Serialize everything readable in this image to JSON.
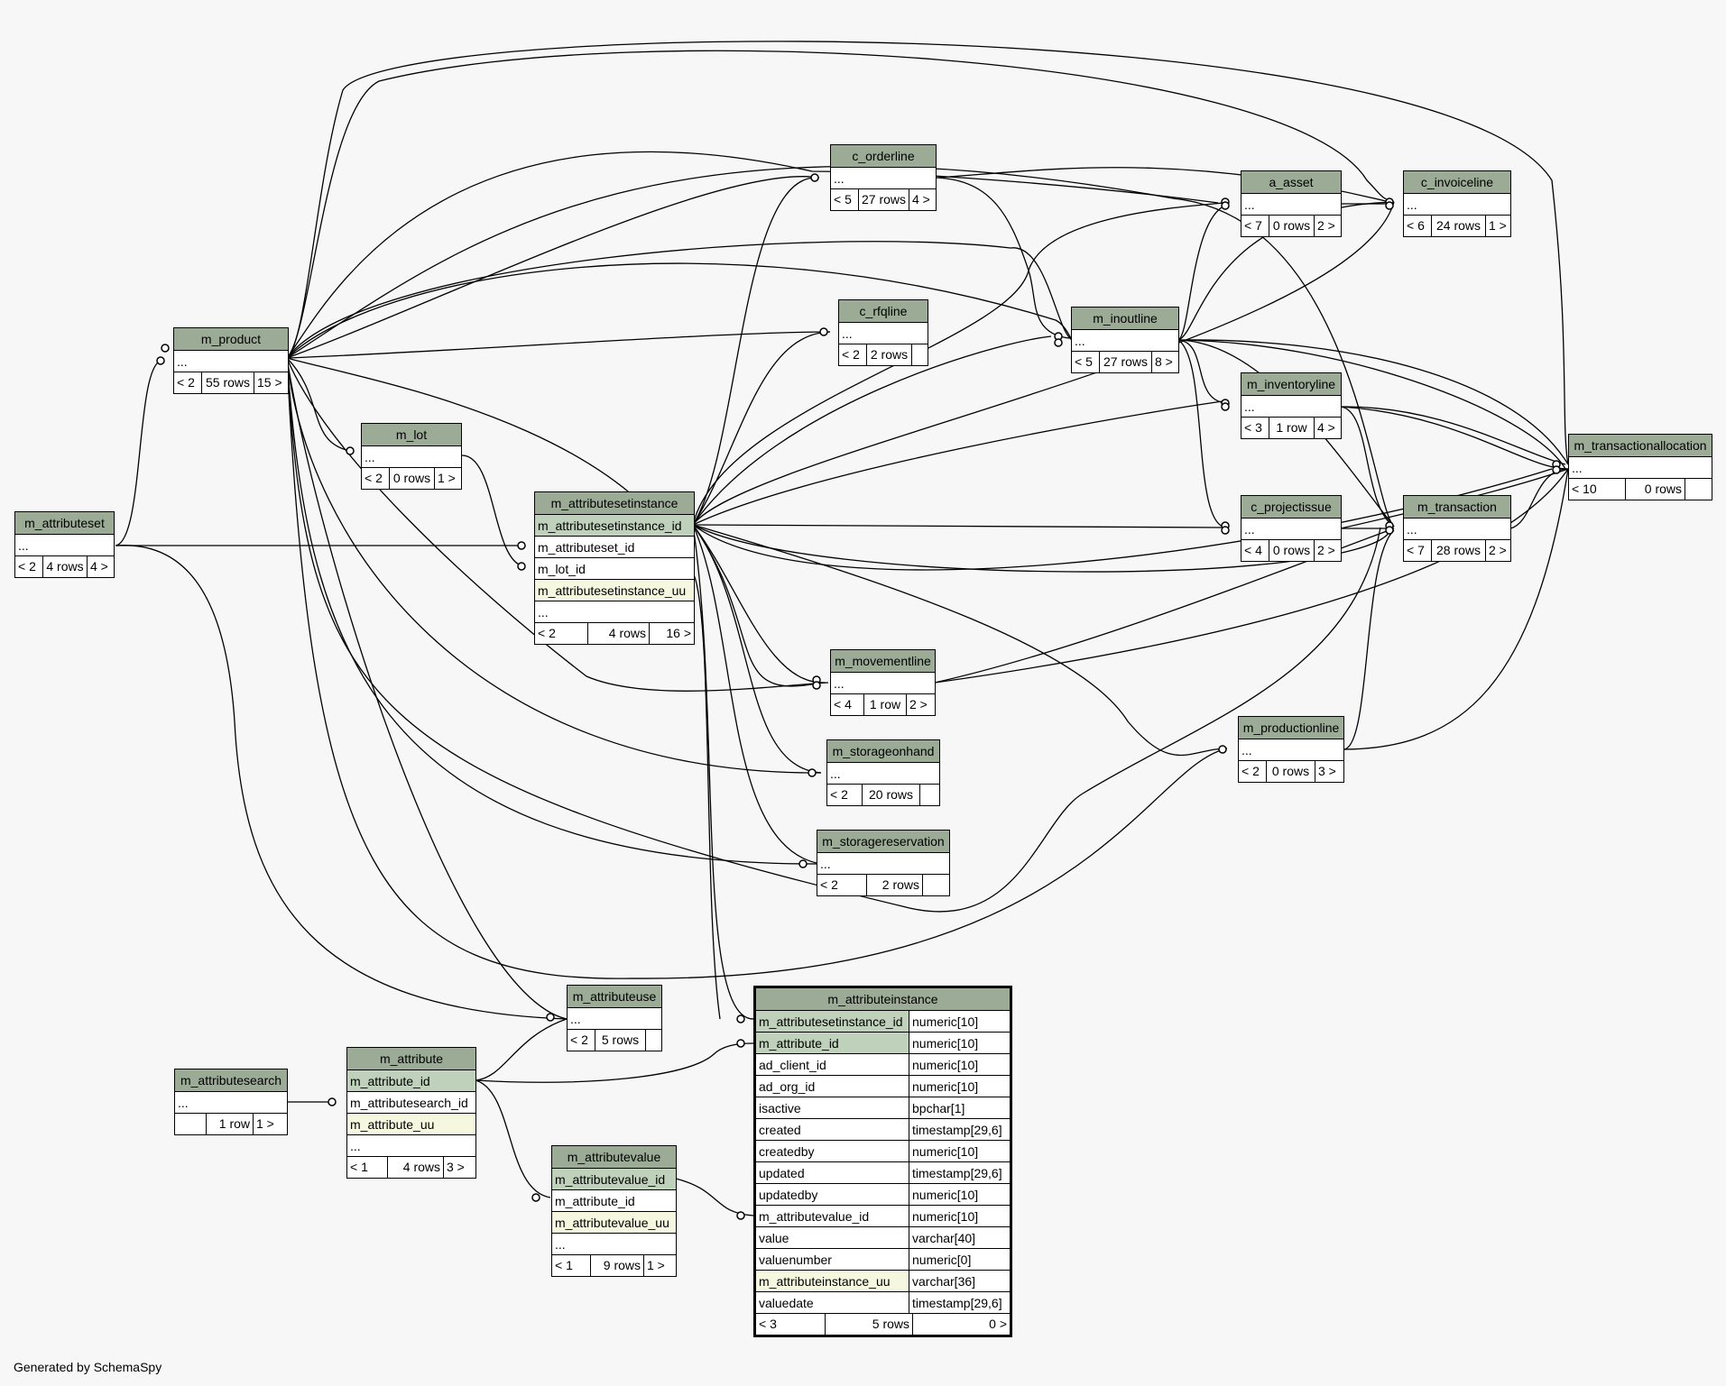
{
  "footer": "Generated by SchemaSpy",
  "tables": {
    "c_orderline": {
      "name": "c_orderline",
      "rows": [
        "..."
      ],
      "footer": [
        "< 5",
        "27 rows",
        "4 >"
      ]
    },
    "a_asset": {
      "name": "a_asset",
      "rows": [
        "..."
      ],
      "footer": [
        "< 7",
        "0 rows",
        "2 >"
      ]
    },
    "c_invoiceline": {
      "name": "c_invoiceline",
      "rows": [
        "..."
      ],
      "footer": [
        "< 6",
        "24 rows",
        "1 >"
      ]
    },
    "c_rfqline": {
      "name": "c_rfqline",
      "rows": [
        "..."
      ],
      "footer": [
        "< 2",
        "2 rows",
        ""
      ]
    },
    "m_inoutline": {
      "name": "m_inoutline",
      "rows": [
        "..."
      ],
      "footer": [
        "< 5",
        "27 rows",
        "8 >"
      ]
    },
    "m_product": {
      "name": "m_product",
      "rows": [
        "..."
      ],
      "footer": [
        "< 2",
        "55 rows",
        "15 >"
      ]
    },
    "m_inventoryline": {
      "name": "m_inventoryline",
      "rows": [
        "..."
      ],
      "footer": [
        "< 3",
        "1 row",
        "4 >"
      ]
    },
    "m_transactionallocation": {
      "name": "m_transactionallocation",
      "rows": [
        "..."
      ],
      "footer": [
        "< 10",
        "0 rows",
        ""
      ]
    },
    "m_lot": {
      "name": "m_lot",
      "rows": [
        "..."
      ],
      "footer": [
        "< 2",
        "0 rows",
        "1 >"
      ]
    },
    "m_attributesetinstance": {
      "name": "m_attributesetinstance",
      "rows": [
        "m_attributesetinstance_id",
        "m_attributeset_id",
        "m_lot_id",
        "m_attributesetinstance_uu",
        "..."
      ],
      "footer": [
        "< 2",
        "4 rows",
        "16 >"
      ]
    },
    "c_projectissue": {
      "name": "c_projectissue",
      "rows": [
        "..."
      ],
      "footer": [
        "< 4",
        "0 rows",
        "2 >"
      ]
    },
    "m_transaction": {
      "name": "m_transaction",
      "rows": [
        "..."
      ],
      "footer": [
        "< 7",
        "28 rows",
        "2 >"
      ]
    },
    "m_attributeset": {
      "name": "m_attributeset",
      "rows": [
        "..."
      ],
      "footer": [
        "< 2",
        "4 rows",
        "4 >"
      ]
    },
    "m_movementline": {
      "name": "m_movementline",
      "rows": [
        "..."
      ],
      "footer": [
        "< 4",
        "1 row",
        "2 >"
      ]
    },
    "m_productionline": {
      "name": "m_productionline",
      "rows": [
        "..."
      ],
      "footer": [
        "< 2",
        "0 rows",
        "3 >"
      ]
    },
    "m_storageonhand": {
      "name": "m_storageonhand",
      "rows": [
        "..."
      ],
      "footer": [
        "< 2",
        "20 rows",
        ""
      ]
    },
    "m_storagereservation": {
      "name": "m_storagereservation",
      "rows": [
        "..."
      ],
      "footer": [
        "< 2",
        "2 rows",
        ""
      ]
    },
    "m_attributeuse": {
      "name": "m_attributeuse",
      "rows": [
        "..."
      ],
      "footer": [
        "< 2",
        "5 rows",
        ""
      ]
    },
    "m_attributesearch": {
      "name": "m_attributesearch",
      "rows": [
        "..."
      ],
      "footer": [
        "",
        "1 row",
        "1 >"
      ]
    },
    "m_attribute": {
      "name": "m_attribute",
      "rows": [
        "m_attribute_id",
        "m_attributesearch_id",
        "m_attribute_uu",
        "..."
      ],
      "footer": [
        "< 1",
        "4 rows",
        "3 >"
      ]
    },
    "m_attributevalue": {
      "name": "m_attributevalue",
      "rows": [
        "m_attributevalue_id",
        "m_attribute_id",
        "m_attributevalue_uu",
        "..."
      ],
      "footer": [
        "< 1",
        "9 rows",
        "1 >"
      ]
    }
  },
  "focus": {
    "name": "m_attributeinstance",
    "columns": [
      [
        "m_attributesetinstance_id",
        "numeric[10]"
      ],
      [
        "m_attribute_id",
        "numeric[10]"
      ],
      [
        "ad_client_id",
        "numeric[10]"
      ],
      [
        "ad_org_id",
        "numeric[10]"
      ],
      [
        "isactive",
        "bpchar[1]"
      ],
      [
        "created",
        "timestamp[29,6]"
      ],
      [
        "createdby",
        "numeric[10]"
      ],
      [
        "updated",
        "timestamp[29,6]"
      ],
      [
        "updatedby",
        "numeric[10]"
      ],
      [
        "m_attributevalue_id",
        "numeric[10]"
      ],
      [
        "value",
        "varchar[40]"
      ],
      [
        "valuenumber",
        "numeric[0]"
      ],
      [
        "m_attributeinstance_uu",
        "varchar[36]"
      ],
      [
        "valuedate",
        "timestamp[29,6]"
      ]
    ],
    "footer": [
      "< 3",
      "5 rows",
      "0 >"
    ]
  }
}
